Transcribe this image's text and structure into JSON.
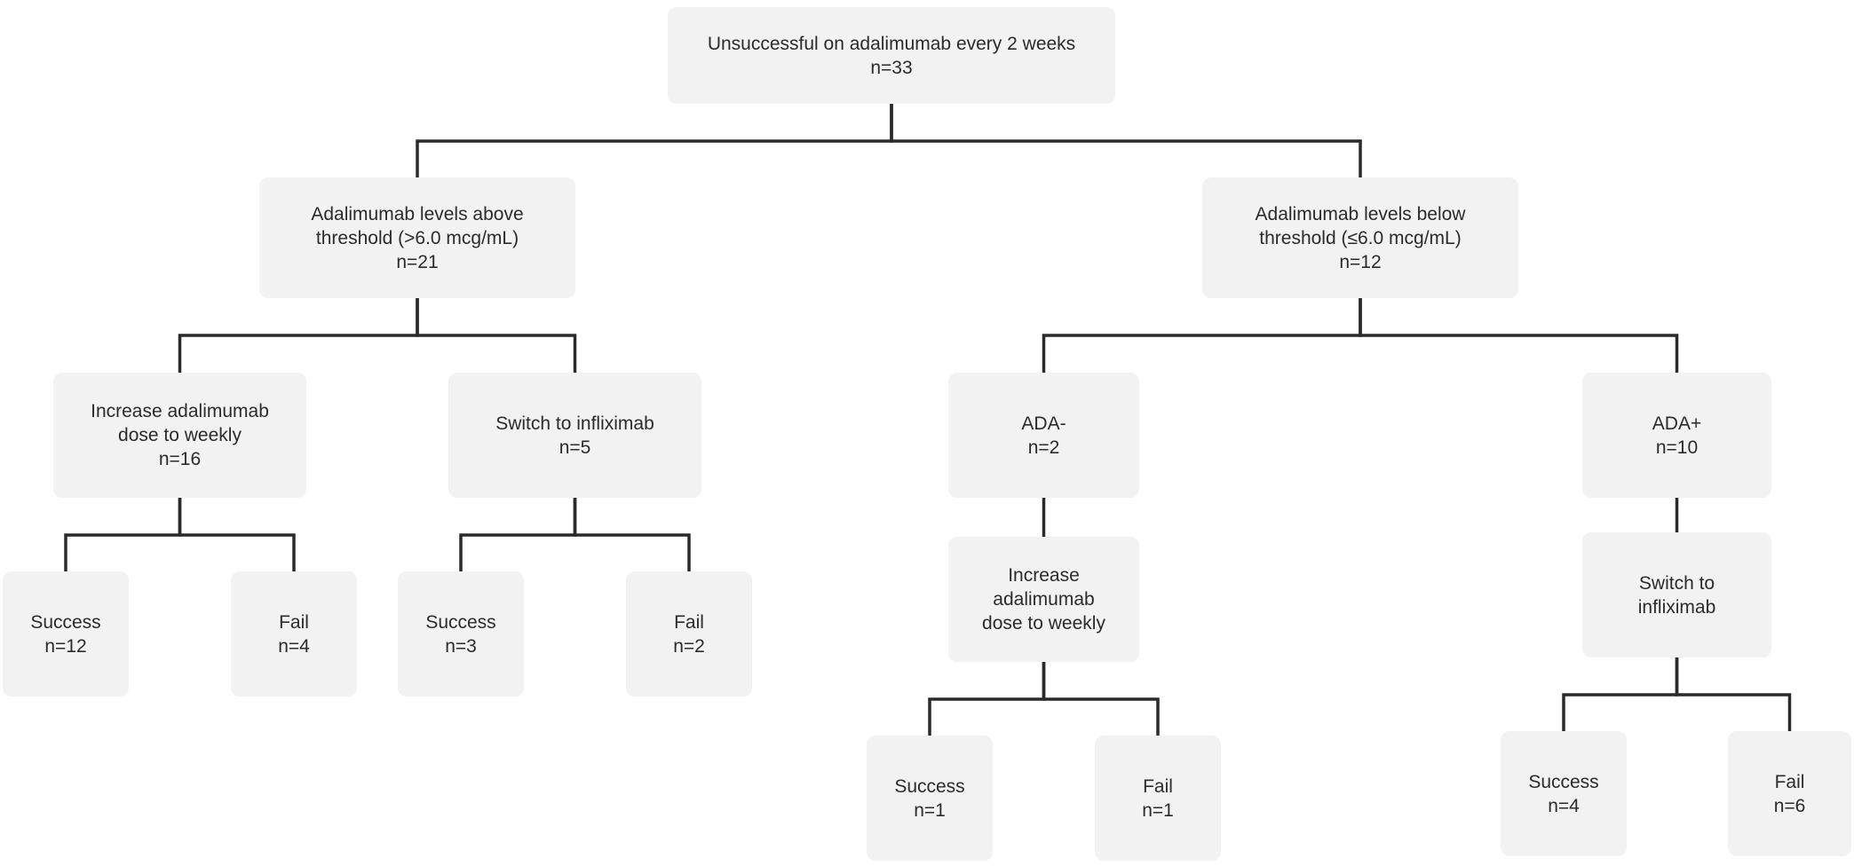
{
  "diagram": {
    "nodes": {
      "root": {
        "lines": [
          "Unsuccessful on adalimumab every 2 weeks",
          "n=33"
        ]
      },
      "above": {
        "lines": [
          "Adalimumab levels above",
          "threshold (>6.0 mcg/mL)",
          "n=21"
        ]
      },
      "below": {
        "lines": [
          "Adalimumab levels below",
          "threshold (≤6.0 mcg/mL)",
          "n=12"
        ]
      },
      "increase_weekly": {
        "lines": [
          "Increase adalimumab",
          "dose to weekly",
          "n=16"
        ]
      },
      "switch_ifx_above": {
        "lines": [
          "Switch to infliximab",
          "n=5"
        ]
      },
      "ada_neg": {
        "lines": [
          "ADA-",
          "n=2"
        ]
      },
      "ada_pos": {
        "lines": [
          "ADA+",
          "n=10"
        ]
      },
      "increase_weekly_ada_neg": {
        "lines": [
          "Increase",
          "adalimumab",
          "dose to weekly"
        ]
      },
      "switch_ifx_ada_pos": {
        "lines": [
          "Switch to",
          "infliximab"
        ]
      },
      "success_1": {
        "lines": [
          "Success",
          "n=12"
        ]
      },
      "fail_1": {
        "lines": [
          "Fail",
          "n=4"
        ]
      },
      "success_2": {
        "lines": [
          "Success",
          "n=3"
        ]
      },
      "fail_2": {
        "lines": [
          "Fail",
          "n=2"
        ]
      },
      "success_3": {
        "lines": [
          "Success",
          "n=1"
        ]
      },
      "fail_3": {
        "lines": [
          "Fail",
          "n=1"
        ]
      },
      "success_4": {
        "lines": [
          "Success",
          "n=4"
        ]
      },
      "fail_4": {
        "lines": [
          "Fail",
          "n=6"
        ]
      }
    },
    "edges": [
      [
        "root",
        "above"
      ],
      [
        "root",
        "below"
      ],
      [
        "above",
        "increase_weekly"
      ],
      [
        "above",
        "switch_ifx_above"
      ],
      [
        "below",
        "ada_neg"
      ],
      [
        "below",
        "ada_pos"
      ],
      [
        "increase_weekly",
        "success_1"
      ],
      [
        "increase_weekly",
        "fail_1"
      ],
      [
        "switch_ifx_above",
        "success_2"
      ],
      [
        "switch_ifx_above",
        "fail_2"
      ],
      [
        "ada_neg",
        "increase_weekly_ada_neg"
      ],
      [
        "ada_pos",
        "switch_ifx_ada_pos"
      ],
      [
        "increase_weekly_ada_neg",
        "success_3"
      ],
      [
        "increase_weekly_ada_neg",
        "fail_3"
      ],
      [
        "switch_ifx_ada_pos",
        "success_4"
      ],
      [
        "switch_ifx_ada_pos",
        "fail_4"
      ]
    ]
  },
  "colors": {
    "node_fill": "#f2f2f2",
    "connector": "#2a2a2a",
    "text": "#2b2b2b"
  }
}
